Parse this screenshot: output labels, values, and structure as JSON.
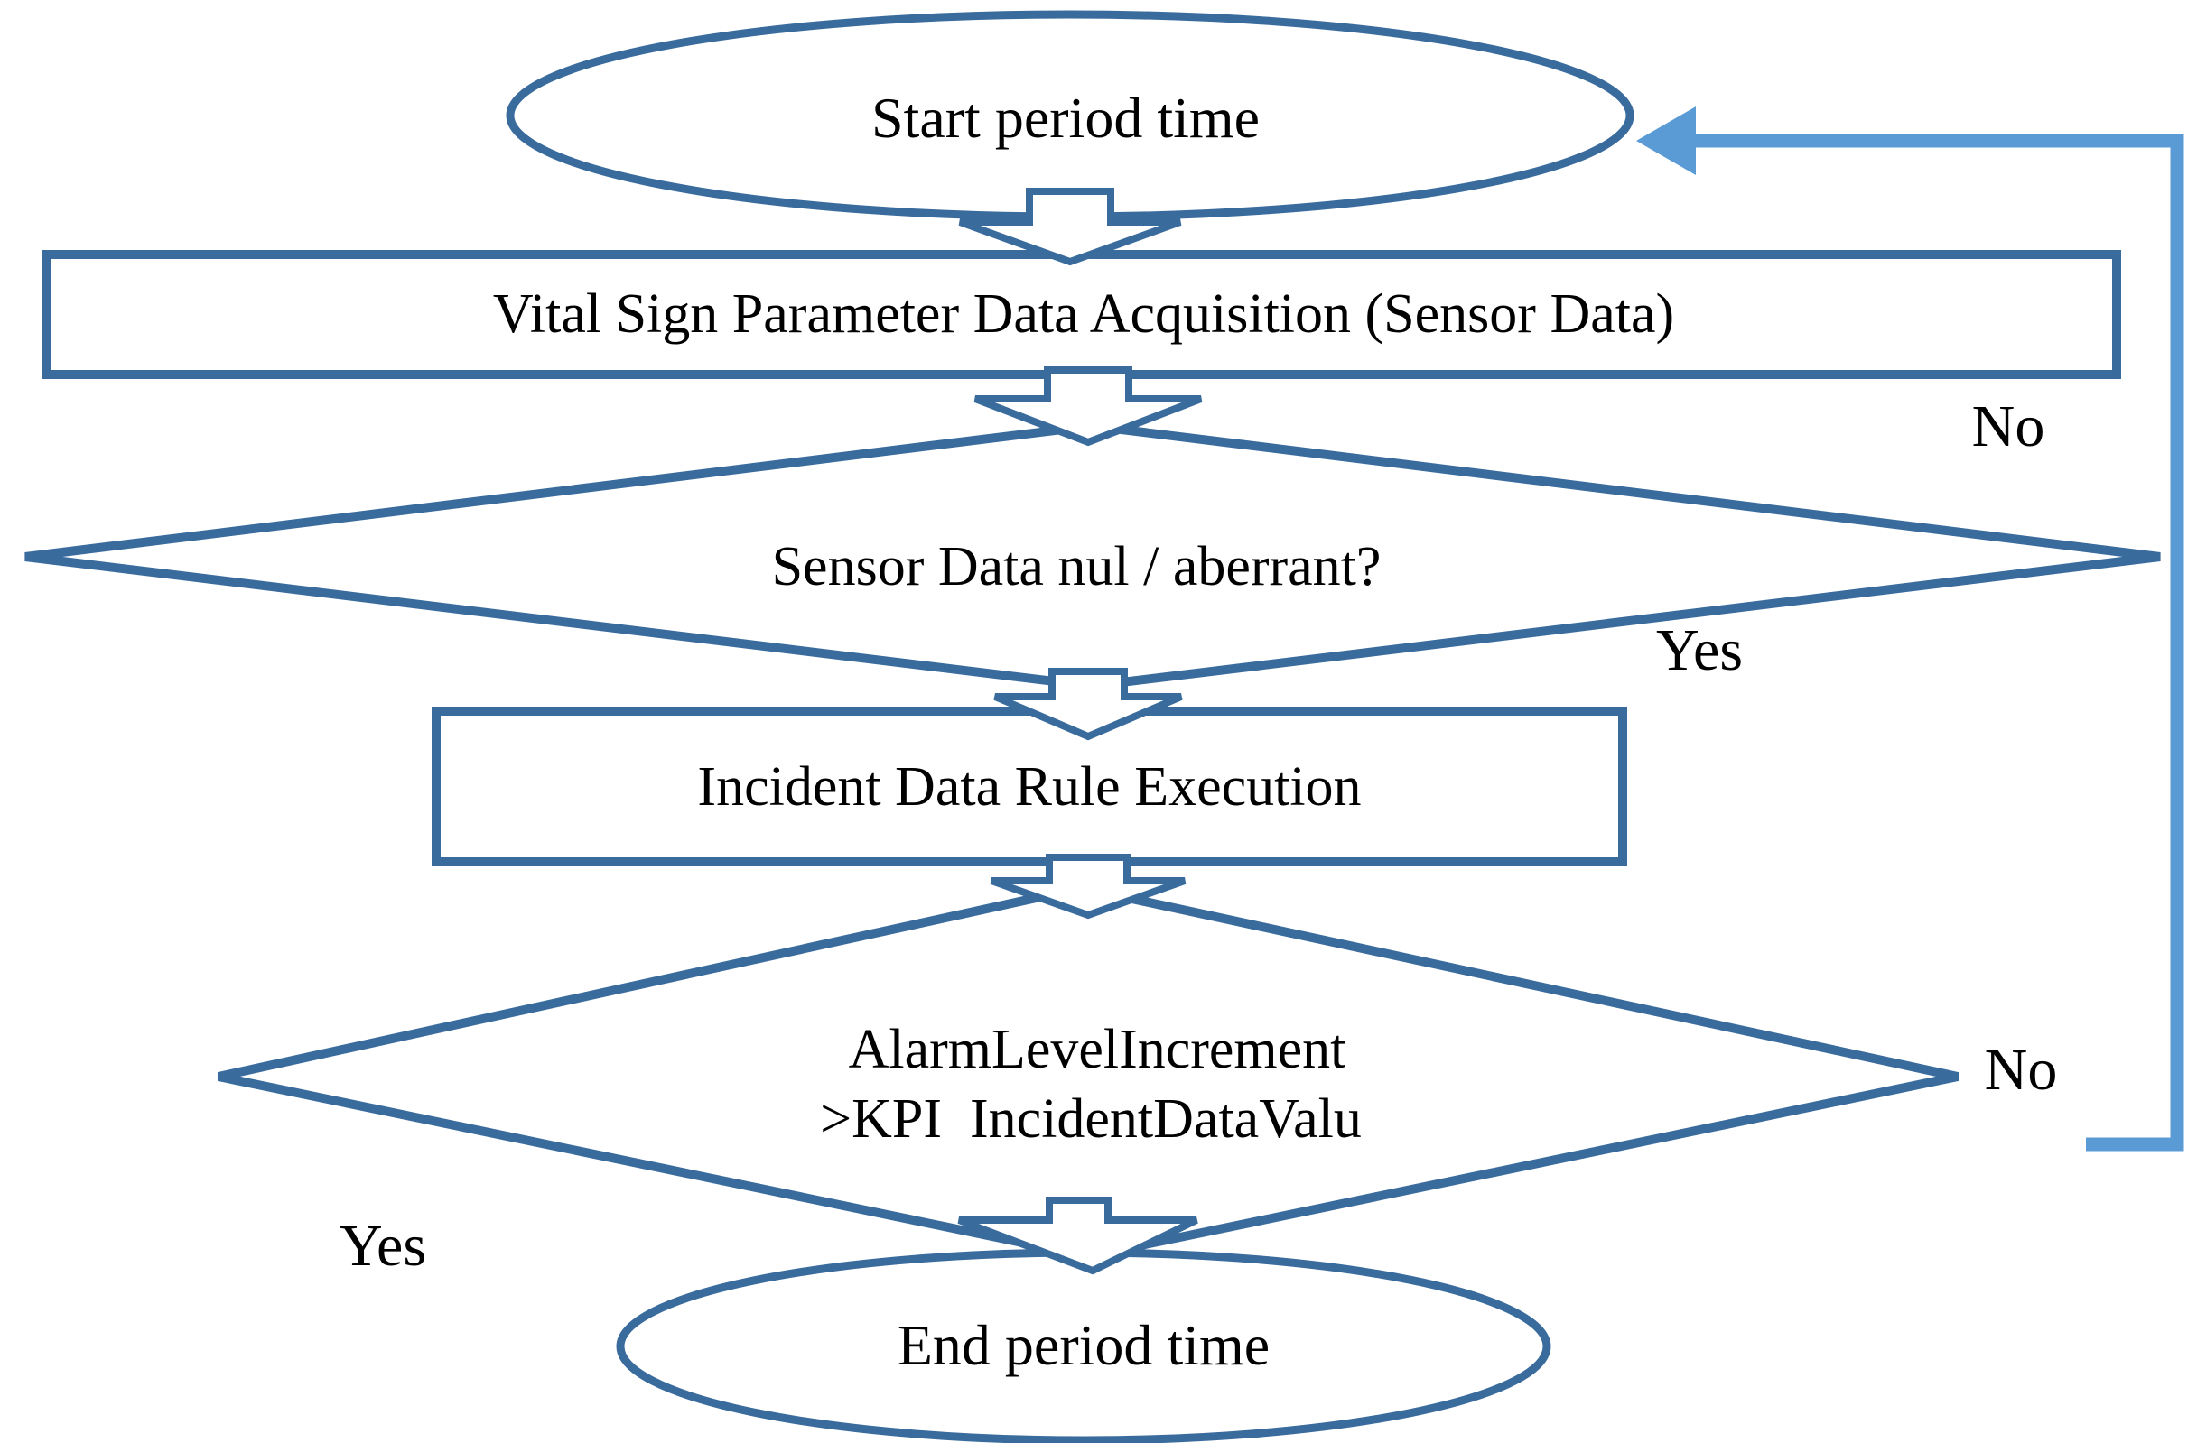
{
  "diagram": {
    "colors": {
      "shape_border": "#3A6B9D",
      "feedback_line": "#5B9BD5",
      "text": "#000000",
      "background": "#FFFFFF"
    },
    "nodes": {
      "start": {
        "shape": "ellipse",
        "label": "Start period time"
      },
      "acquisition": {
        "shape": "rectangle",
        "label": "Vital Sign Parameter Data Acquisition (Sensor Data)"
      },
      "sensor_check": {
        "shape": "diamond",
        "label": "Sensor Data nul / aberrant?"
      },
      "incident_rule": {
        "shape": "rectangle",
        "label": "Incident Data Rule Execution"
      },
      "alarm_check": {
        "shape": "diamond",
        "label_line1": "AlarmLevelIncrement",
        "label_line2": ">KPI  IncidentDataValu"
      },
      "end": {
        "shape": "ellipse",
        "label": "End period time"
      }
    },
    "edge_labels": {
      "sensor_check_no": "No",
      "sensor_check_yes": "Yes",
      "alarm_check_no": "No",
      "alarm_check_yes": "Yes"
    }
  }
}
